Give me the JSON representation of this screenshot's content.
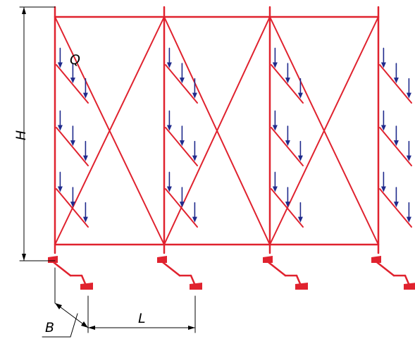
{
  "labels": {
    "height": "H",
    "load": "Q",
    "depth": "B",
    "span": "L"
  },
  "colors": {
    "frame": "#e0222e",
    "load_arrow": "#1f2a8c",
    "dimension": "#000000",
    "background": "#ffffff"
  },
  "structure": {
    "bays": 3,
    "levels_with_loads": 3
  }
}
